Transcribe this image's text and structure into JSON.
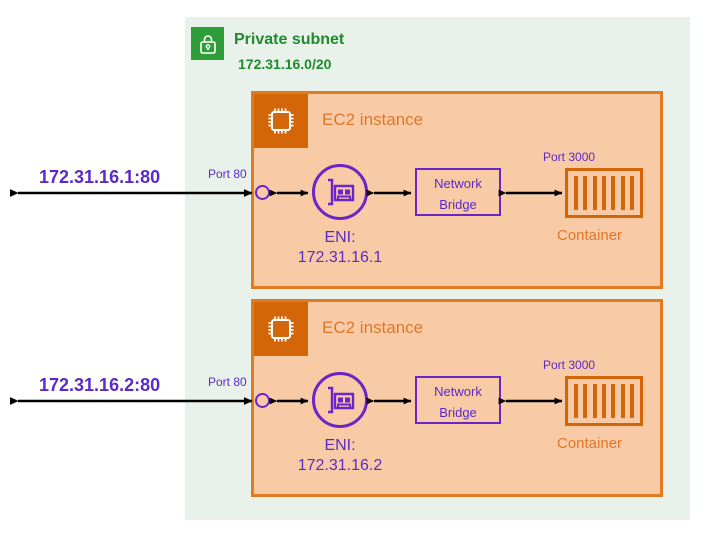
{
  "diagram": {
    "subnet": {
      "title": "Private subnet",
      "cidr": "172.31.16.0/20",
      "lock_icon": "lock-icon",
      "color": "#1f8a2e",
      "badge_color": "#2e9e3a",
      "background": "#e8f2ea"
    },
    "accent_colors": {
      "ec2_border": "#e07b24",
      "ec2_fill": "#f8cba6",
      "ec2_title": "#e0762a",
      "purple": "#5b2bc4",
      "container": "#d4660a"
    },
    "instances": [
      {
        "title": "EC2 instance",
        "icon": "cpu-chip-icon",
        "external_ip_label": "172.31.16.1:80",
        "port_in_label": "Port 80",
        "eni": {
          "icon": "network-interface-card-icon",
          "label_line1": "ENI:",
          "label_line2": "172.31.16.1"
        },
        "bridge": {
          "label_line1": "Network",
          "label_line2": "Bridge"
        },
        "container": {
          "port_label": "Port 3000",
          "label": "Container",
          "icon": "container-icon"
        }
      },
      {
        "title": "EC2 instance",
        "icon": "cpu-chip-icon",
        "external_ip_label": "172.31.16.2:80",
        "port_in_label": "Port 80",
        "eni": {
          "icon": "network-interface-card-icon",
          "label_line1": "ENI:",
          "label_line2": "172.31.16.2"
        },
        "bridge": {
          "label_line1": "Network",
          "label_line2": "Bridge"
        },
        "container": {
          "port_label": "Port 3000",
          "label": "Container",
          "icon": "container-icon"
        }
      }
    ]
  }
}
